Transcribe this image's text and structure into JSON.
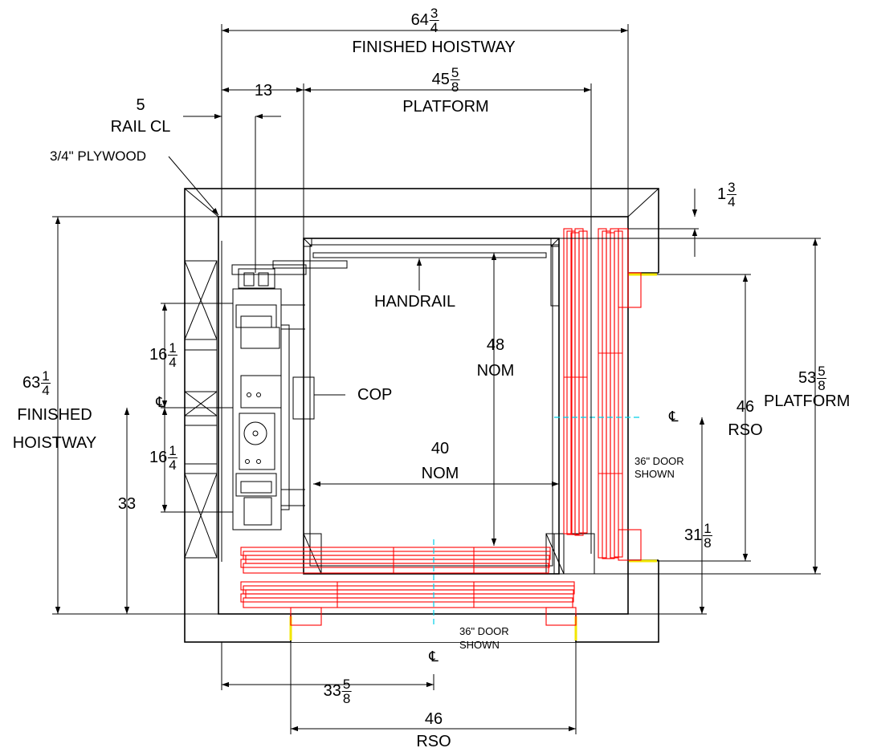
{
  "dimensions": {
    "finished_hoistway_width": {
      "whole": "64",
      "num": "3",
      "den": "4",
      "label": "FINISHED HOISTWAY"
    },
    "platform_width": {
      "whole": "45",
      "num": "5",
      "den": "8",
      "label": "PLATFORM"
    },
    "rail_offset": {
      "value": "13"
    },
    "rail_cl": {
      "value": "5",
      "label": "RAIL CL"
    },
    "plywood_note": "3/4\" PLYWOOD",
    "top_gap": {
      "whole": "1",
      "num": "3",
      "den": "4"
    },
    "rail_spacing_upper": {
      "whole": "16",
      "num": "1",
      "den": "4"
    },
    "rail_spacing_lower": {
      "whole": "16",
      "num": "1",
      "den": "4"
    },
    "finished_hoistway_depth": {
      "whole": "63",
      "num": "1",
      "den": "4",
      "label_line1": "FINISHED",
      "label_line2": "HOISTWAY"
    },
    "rail_height": {
      "value": "33"
    },
    "cab_depth_nominal": {
      "value": "48",
      "label": "NOM"
    },
    "cab_width_nominal": {
      "value": "40",
      "label": "NOM"
    },
    "side_rso": {
      "value": "46",
      "label": "RSO"
    },
    "platform_depth": {
      "whole": "53",
      "num": "5",
      "den": "8",
      "label": "PLATFORM"
    },
    "side_door_cl": {
      "whole": "31",
      "num": "1",
      "den": "8"
    },
    "front_door_cl": {
      "whole": "33",
      "num": "5",
      "den": "8"
    },
    "front_rso": {
      "value": "46",
      "label": "RSO"
    }
  },
  "notes": {
    "handrail": "HANDRAIL",
    "cop": "COP",
    "side_door": {
      "line1": "36\" DOOR",
      "line2": "SHOWN"
    },
    "front_door": {
      "line1": "36\" DOOR",
      "line2": "SHOWN"
    },
    "centerline_symbol": "℄"
  },
  "colors": {
    "linework": "#000000",
    "door_panels": "#ff0000",
    "centerline": "#00cfe8",
    "sill_marks": "#f2e600"
  }
}
